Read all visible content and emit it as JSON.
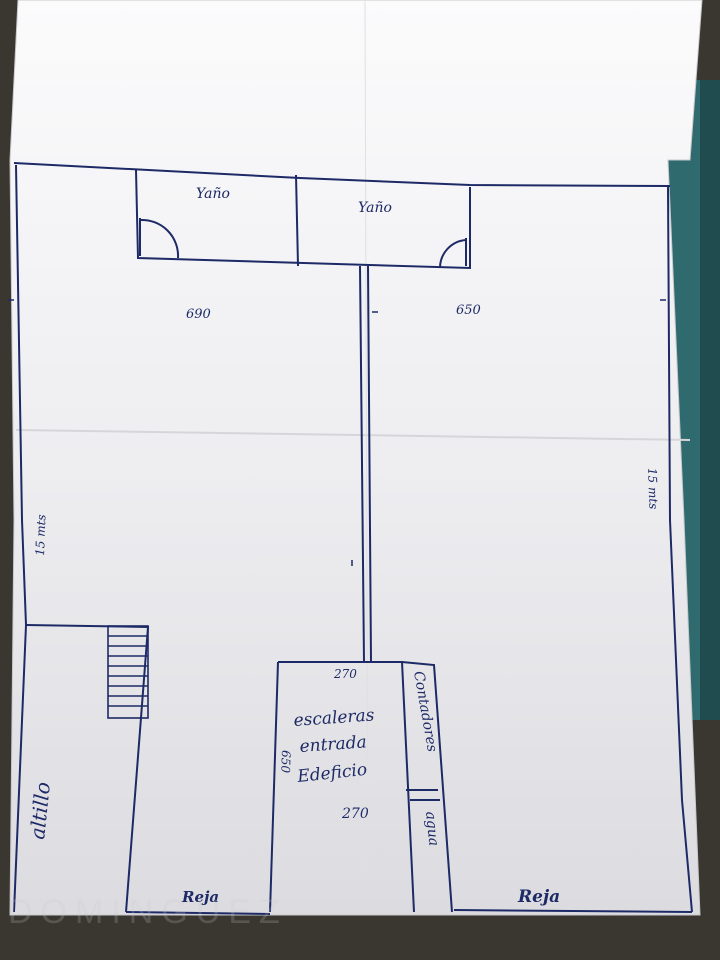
{
  "plan": {
    "rooms": {
      "bano_left": "Yaño",
      "bano_right": "Yaño",
      "altillo": "altillo",
      "stair_line1": "escaleras",
      "stair_line2": "entrada",
      "stair_line3": "Edeficio",
      "contadores": "Contadores",
      "agua": "agua",
      "reja_left": "Reja",
      "reja_right": "Reja"
    },
    "dimensions": {
      "left_width": "690",
      "right_width": "650",
      "left_depth": "15 mts",
      "right_depth": "15 mts",
      "stair_top": "270",
      "stair_inner": "270",
      "stair_side": "650"
    }
  },
  "watermark": "DOMINGUEZ",
  "colors": {
    "ink": "#1d2a66",
    "paper": "#f1f1f3",
    "background": "#3a3630",
    "teal_object": "#2f6b6e"
  }
}
